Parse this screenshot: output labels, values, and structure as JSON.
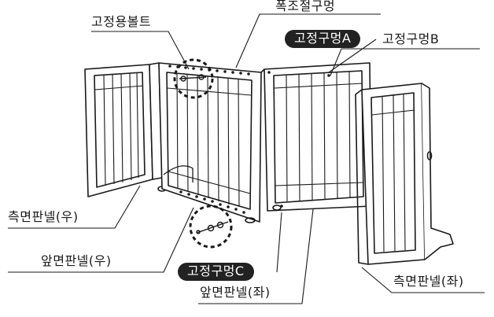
{
  "labels": {
    "fixing_bolt": "고정용볼트",
    "width_adjust_hole": "폭조절구멍",
    "fixing_hole_a": "고정구멍A",
    "fixing_hole_b": "고정구멍B",
    "side_panel_right": "측면판넬(우)",
    "front_panel_right": "앞면판넬(우)",
    "fixing_hole_c": "고정구멍C",
    "side_panel_left": "측면판넬(좌)",
    "front_panel_left": "앞면판넬(좌)"
  }
}
